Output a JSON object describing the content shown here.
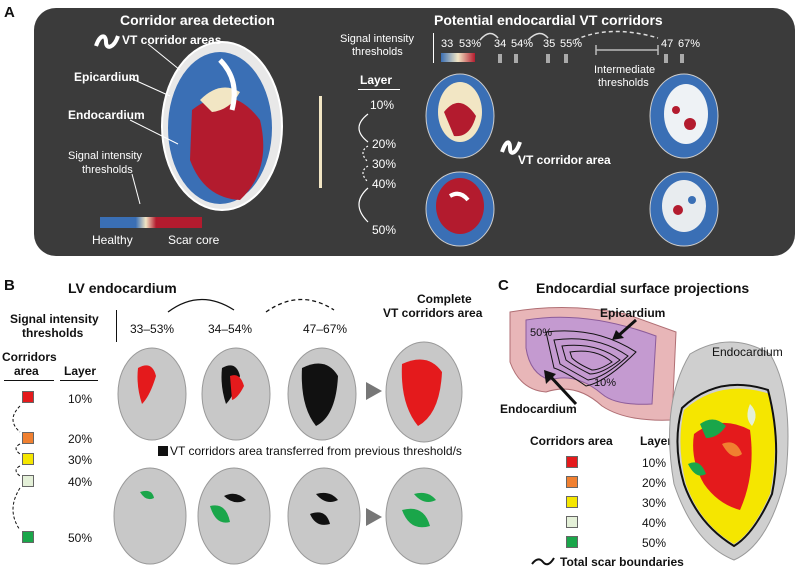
{
  "panelA": {
    "letter": "A",
    "left_title": "Corridor area detection",
    "right_title": "Potential endocardial VT corridors",
    "legend_vt": "VT corridor areas",
    "epicardium": "Epicardium",
    "endocardium": "Endocardium",
    "signal_label_1": "Signal intensity",
    "signal_label_2": "thresholds",
    "healthy": "Healthy",
    "scar_core": "Scar core",
    "sit_label_1": "Signal intensity",
    "sit_label_2": "thresholds",
    "thresholds": [
      "33",
      "53%",
      "34",
      "54%",
      "35",
      "55%",
      "47",
      "67%"
    ],
    "intermediate_1": "Intermediate",
    "intermediate_2": "thresholds",
    "layer_title": "Layer",
    "layers": [
      "10%",
      "20%",
      "30%",
      "40%",
      "50%"
    ],
    "vt_corridor_area": "VT corridor area",
    "colors": {
      "healthy": "#3a6fb5",
      "scar": "#b31b2e",
      "panel_bg": "#3b3b3b"
    }
  },
  "panelB": {
    "letter": "B",
    "title": "LV endocardium",
    "signal_1": "Signal intensity",
    "signal_2": "thresholds",
    "ranges": [
      "33–53%",
      "34–54%",
      "47–67%"
    ],
    "complete_1": "Complete",
    "complete_2": "VT corridors area",
    "corridors_1": "Corridors",
    "corridors_2": "area",
    "layer_title": "Layer",
    "layers": [
      "10%",
      "20%",
      "30%",
      "40%",
      "50%"
    ],
    "transferred_note": "VT corridors area transferred from previous threshold/s",
    "swatch_colors": [
      "#e41a1c",
      "#f08030",
      "#f5e600",
      "#e4f0d8",
      "#1aa64a"
    ]
  },
  "panelC": {
    "letter": "C",
    "title": "Endocardial surface projections",
    "epicardium": "Epicardium",
    "endocardium_arrow": "Endocardium",
    "endocardium_label": "Endocardium",
    "pct_top": "50%",
    "pct_bottom": "10%",
    "legend_col1": "Corridors area",
    "legend_col2": "Layer",
    "layers": [
      "10%",
      "20%",
      "30%",
      "40%",
      "50%"
    ],
    "swatch_colors": [
      "#e41a1c",
      "#f08030",
      "#f5e600",
      "#e4f0d8",
      "#1aa64a"
    ],
    "scar_boundary": "Total scar boundaries"
  }
}
